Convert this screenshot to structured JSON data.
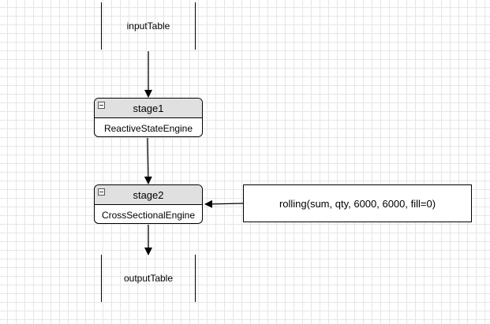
{
  "diagram": {
    "input_table": {
      "label": "inputTable"
    },
    "stages": [
      {
        "title": "stage1",
        "engine": "ReactiveStateEngine"
      },
      {
        "title": "stage2",
        "engine": "CrossSectionalEngine"
      }
    ],
    "output_table": {
      "label": "outputTable"
    },
    "note": {
      "text": "rolling(sum, qty, 6000, 6000, fill=0)"
    }
  }
}
